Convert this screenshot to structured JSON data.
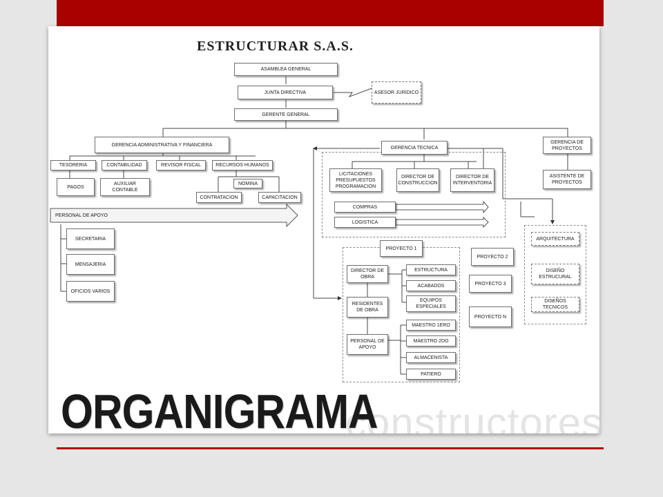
{
  "slide": {
    "title": "ORGANIGRAMA",
    "background_word": "constructores",
    "accent_color": "#a90000"
  },
  "org_chart": {
    "company": "ESTRUCTURAR  S.A.S.",
    "asamblea": "ASAMBLEA GENERAL",
    "junta": "JUNTA DIRECTIVA",
    "asesor": "ASESOR JURIDICO",
    "gerente": "GERENTE GENERAL",
    "gerencia_admin": "GERENCIA ADMINISTRATIVA Y FINANCIERA",
    "tesoreria": "TESORERIA",
    "pagos": "PAGOS",
    "contabilidad": "CONTABILIDAD",
    "auxiliar": "AUXILIAR CONTABLE",
    "revisor": "REVISOR FISCAL",
    "rrhh": "RECURSOS HUMANOS",
    "nomina": "NOMINA",
    "contratacion": "CONTRATACION",
    "capacitacion": "CAPACITACION",
    "personal_apoyo": "PERSONAL DE APOYO",
    "secretaria": "SECRETARIA",
    "mensajeria": "MENSAJERIA",
    "oficios": "OFICIOS VARIOS",
    "gerencia_tecnica": "GERENCIA TECNICA",
    "licitaciones": "LICITACIONES PRESUPUESTOS PROGRAMACION",
    "director_construccion": "DIRECTOR DE CONSTRUCCION",
    "director_interventoria": "DIRECTOR DE INTERVENTORIA",
    "compras": "COMPRAS",
    "logistica": "LOGISTICA",
    "gerencia_proyectos": "GERENCIA DE PROYECTOS",
    "asistente": "ASISTENTE DE PROYECTOS",
    "arquitectura": "ARQUITECTURA",
    "diseno": "DISEÑO ESTRUCURAL",
    "disenos_tecnicos": "DISEÑOS TECNICOS",
    "proyecto1": "PROYECTO 1",
    "proyecto2": "PROYECTO 2",
    "proyecto3": "PROYECTO 3",
    "proyecton": "PROYECTO N",
    "director_obra": "DIRECTOR DE OBRA",
    "residentes": "RESIDENTES DE OBRA",
    "personal_obra": "PERSONAL DE APOYO",
    "estructura": "ESTRUCTURA",
    "acabados": "ACABADOS",
    "equipos": "EQUIPOS ESPECIALES",
    "maestro1": "MAESTRO 1ERO",
    "maestro2": "MAESTRO 2DO",
    "almacenista": "ALMACENISTA",
    "patiero": "PATIERO"
  }
}
